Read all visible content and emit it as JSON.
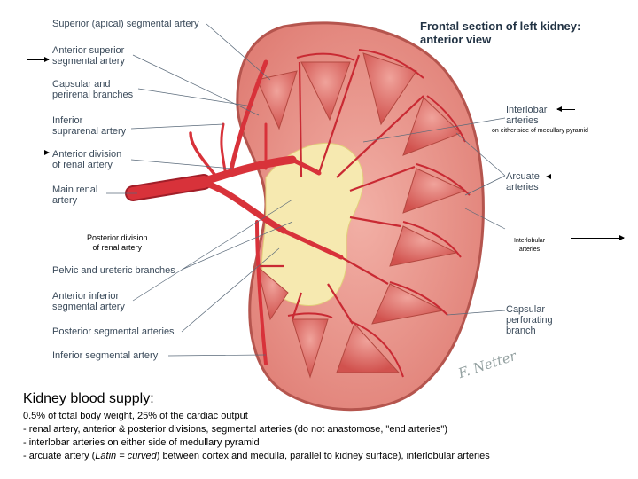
{
  "title": {
    "line1": "Frontal section of left kidney:",
    "line2": "anterior view"
  },
  "left_labels": [
    {
      "id": "superior-apical",
      "lines": [
        "Superior (apical) segmental artery"
      ]
    },
    {
      "id": "anterior-superior",
      "lines": [
        "Anterior superior",
        "segmental artery"
      ]
    },
    {
      "id": "capsular-perirenal",
      "lines": [
        "Capsular and",
        "perirenal branches"
      ]
    },
    {
      "id": "inferior-suprarenal",
      "lines": [
        "Inferior",
        "suprarenal artery"
      ]
    },
    {
      "id": "anterior-division",
      "lines": [
        "Anterior division",
        "of renal artery"
      ]
    },
    {
      "id": "main-renal",
      "lines": [
        "Main renal",
        "artery"
      ]
    },
    {
      "id": "pelvic-ureteric",
      "lines": [
        "Pelvic and ureteric branches"
      ]
    },
    {
      "id": "anterior-inferior",
      "lines": [
        "Anterior inferior",
        "segmental artery"
      ]
    },
    {
      "id": "posterior-segmental",
      "lines": [
        "Posterior segmental arteries"
      ]
    },
    {
      "id": "inferior-segmental",
      "lines": [
        "Inferior segmental artery"
      ]
    }
  ],
  "right_labels": [
    {
      "id": "interlobar",
      "lines": [
        "Interlobar",
        "arteries"
      ]
    },
    {
      "id": "arcuate",
      "lines": [
        "Arcuate",
        "arteries"
      ]
    },
    {
      "id": "capsular-perforating",
      "lines": [
        "Capsular",
        "perforating",
        "branch"
      ]
    }
  ],
  "annotations": {
    "posterior_division": [
      "Posterior division",
      "of renal artery"
    ],
    "interlobular": [
      "Interlobular",
      "arteries"
    ],
    "interlobar_note": "on either side of medullary pyramid"
  },
  "caption": {
    "heading": "Kidney blood supply:",
    "line1": "0.5% of total body weight, 25% of the cardiac output",
    "line2": "- renal artery, anterior & posterior divisions, segmental arteries (do not anastomose, \"end arteries\")",
    "line3": "- interlobar arteries on either side of medullary pyramid",
    "line4_prefix": "- arcuate artery (",
    "line4_italic": "Latin = curved",
    "line4_suffix": ") between cortex and medulla, parallel to kidney surface), interlobular arteries"
  },
  "signature": "F. Netter",
  "colors": {
    "cortex": "#e58f87",
    "capsule": "#c9645c",
    "medulla": "#d9645e",
    "sinus_fat": "#f5e7a8",
    "artery": "#d8323a",
    "artery_dark": "#a11e28",
    "leader": "#5a6a7a"
  }
}
